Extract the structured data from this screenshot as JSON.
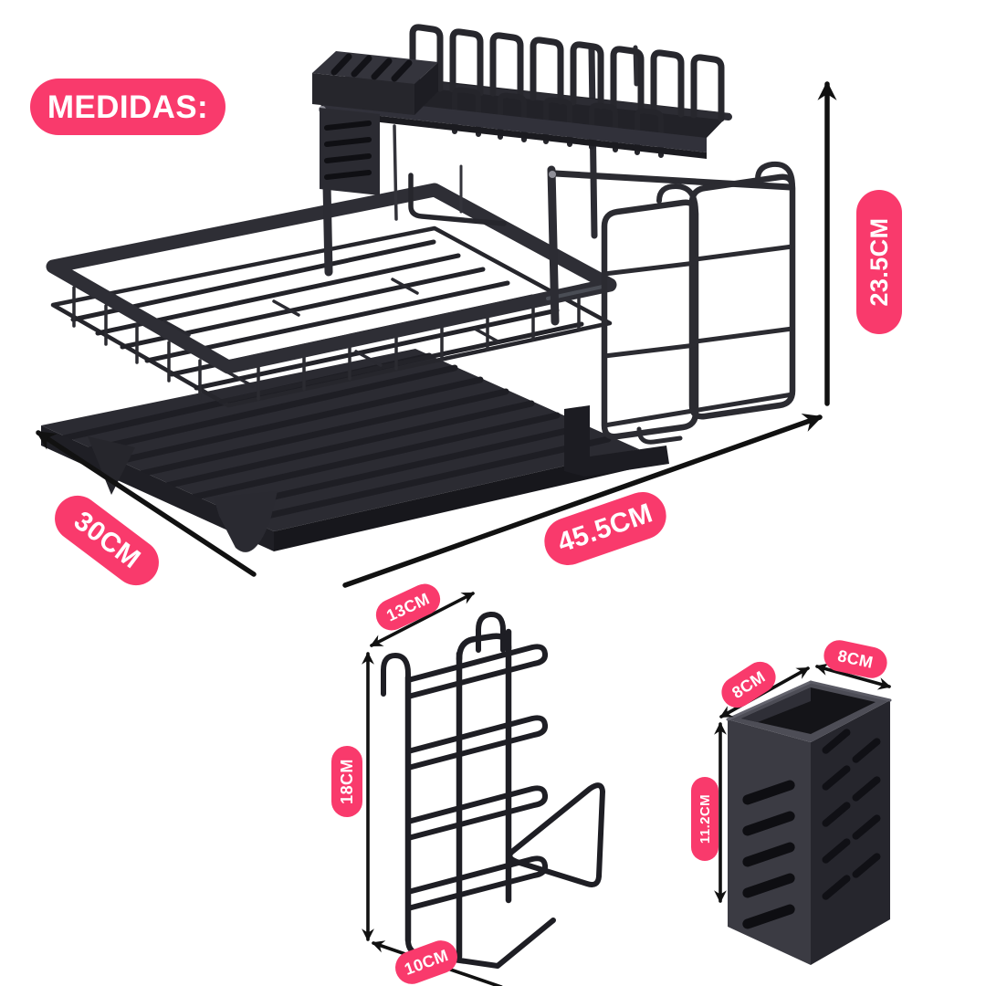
{
  "title": {
    "label": "MEDIDAS:"
  },
  "colors": {
    "accent_pink": "#F93A6C",
    "pill_text": "#FFFFFF",
    "arrow_black": "#111111",
    "product_dark": "#2A2A30",
    "background": "#FFFFFF"
  },
  "main_rack": {
    "height": "23.5CM",
    "width": "45.5CM",
    "depth": "30CM"
  },
  "board_holder": {
    "width": "13CM",
    "height": "18CM",
    "depth": "10CM"
  },
  "utensil_cup": {
    "depth": "8CM",
    "width": "8CM",
    "height": "11.2CM"
  }
}
